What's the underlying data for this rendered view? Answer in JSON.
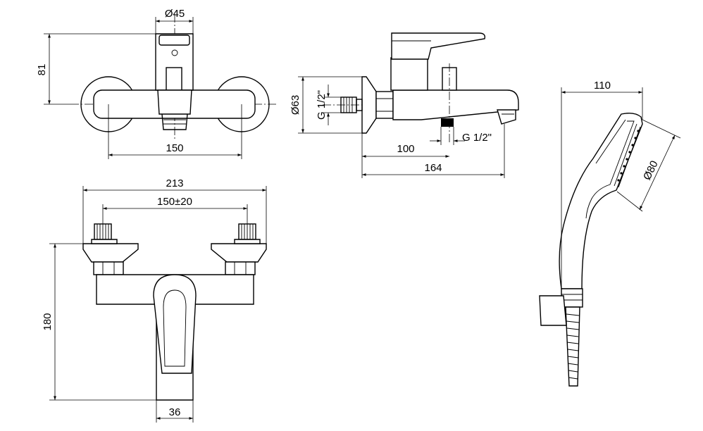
{
  "dimensions": {
    "top_view": {
      "diameter": "Ø45",
      "height": "81",
      "width": "150"
    },
    "side_view": {
      "diameter": "Ø63",
      "thread_left": "G 1/2\"",
      "thread_bottom": "G 1/2\"",
      "spout_offset": "100",
      "depth": "164"
    },
    "hand_shower": {
      "width": "110",
      "head_diameter": "Ø80"
    },
    "front_view": {
      "overall_width": "213",
      "centers": "150±20",
      "height": "180",
      "handle_width": "36"
    }
  }
}
